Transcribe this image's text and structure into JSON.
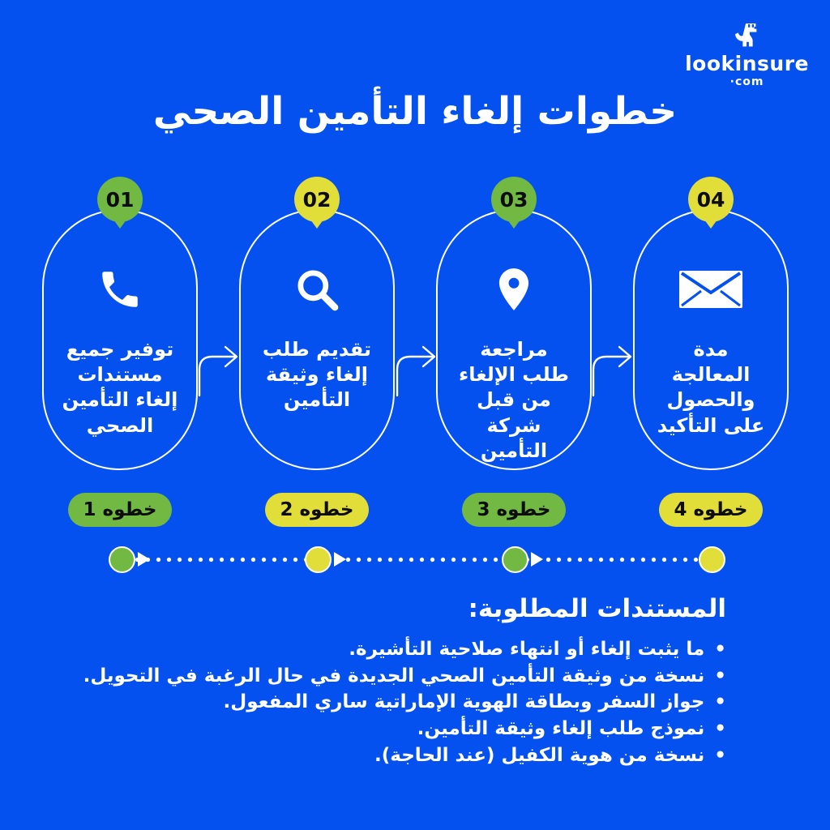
{
  "brand": {
    "name": "lookinsure",
    "tld": "·com"
  },
  "title": "خطوات إلغاء التأمين الصحي",
  "steps": [
    {
      "number": "01",
      "icon": "phone-icon",
      "badge_color": "#72B944",
      "label": "توفير جميع\nمستندات\nإلغاء التأمين\nالصحي",
      "step_label": "خطوه 1",
      "pill_color": "#72B944"
    },
    {
      "number": "02",
      "icon": "search-icon",
      "badge_color": "#E2DE39",
      "label": "تقديم طلب\nإلغاء وثيقة\nالتأمين",
      "step_label": "خطوه 2",
      "pill_color": "#E2DE39"
    },
    {
      "number": "03",
      "icon": "location-pin-icon",
      "badge_color": "#72B944",
      "label": "مراجعة\nطلب الإلغاء\nمن قبل\nشركة\nالتأمين",
      "step_label": "خطوه 3",
      "pill_color": "#72B944"
    },
    {
      "number": "04",
      "icon": "envelope-icon",
      "badge_color": "#E2DE39",
      "label": "مدة\nالمعالجة\nوالحصول\nعلى التأكيد",
      "step_label": "خطوه 4",
      "pill_color": "#E2DE39"
    }
  ],
  "documents": {
    "heading": "المستندات المطلوبة:",
    "items": [
      "ما يثبت إلغاء أو انتهاء صلاحية التأشيرة.",
      "نسخة من وثيقة التأمين الصحي الجديدة في حال الرغبة في التحويل.",
      "جواز السفر وبطاقة الهوية الإماراتية ساري المفعول.",
      "نموذج طلب إلغاء وثيقة التأمين.",
      "نسخة من هوية الكفيل (عند الحاجة)."
    ]
  },
  "colors": {
    "background": "#0551F0",
    "accent_green": "#72B944",
    "accent_yellow": "#E2DE39",
    "text_white": "#FFFFFF",
    "text_black": "#0D0D0D"
  }
}
